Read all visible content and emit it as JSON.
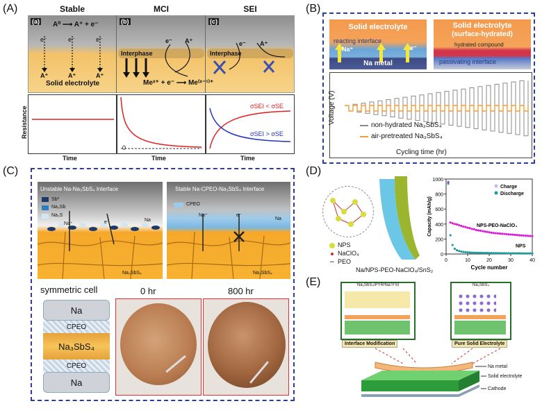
{
  "panel_labels": {
    "a": "(A)",
    "b": "(B)",
    "c": "(C)",
    "d": "(D)",
    "e": "(E)"
  },
  "panelA": {
    "columns": [
      {
        "title": "Stable",
        "tag": "(a)"
      },
      {
        "title": "MCI",
        "tag": "(b)"
      },
      {
        "title": "SEI",
        "tag": "(c)"
      }
    ],
    "stable_reaction": "A⁰ ⟶ A⁺ + e⁻",
    "solid_electrolyte": "Solid electrolyte",
    "interphase": "Interphase",
    "mci_reaction": "Meˣ⁺ + e⁻ ⟶ Me⁽ˣ⁻¹⁾⁺",
    "ion": "A⁺",
    "electron": "e⁻",
    "ylabel": "Resistance",
    "xlabel": "Time",
    "zero": "0",
    "sei_red": "σSEI < σSE",
    "sei_blue": "σSEI > σSE"
  },
  "panelB": {
    "left_title": "Solid electrolyte",
    "reacting_interface": "reacting interface",
    "na_ion": "Na⁺",
    "electron": "e⁻",
    "na_metal": "Na metal",
    "right_title": "Solid electrolyte",
    "right_subtitle": "(surface-hydrated)",
    "hydrated_compound": "hydrated compound",
    "passivating_interface": "passivating interface",
    "ylabel": "Voltage (V)",
    "xlabel": "Cycling time (hr)",
    "legend": [
      "non-hydrated Na₃SbS₄",
      "air-pretreated Na₃SbS₄"
    ],
    "colors": {
      "gray": "#8a8a8a",
      "orange": "#f39c34"
    }
  },
  "panelC": {
    "left_title": "Unstable Na-Na₃SbS₄ Interface",
    "right_title": "Stable Na-CPEO-Na₃SbS₄ Interface",
    "legend": [
      "Sb⁰",
      "Na₃Sb",
      "Na₂S"
    ],
    "cpeo_legend": "CPEO",
    "na": "Na",
    "na_ion": "Na⁺",
    "electron": "e⁻",
    "electrolyte": "Na₃SbS₄",
    "symmetric_cell": "symmetric cell",
    "stack": [
      "Na",
      "CPEO",
      "Na₃SbS₄",
      "CPEO",
      "Na"
    ],
    "photo_0": "0 hr",
    "photo_800": "800 hr"
  },
  "panelD": {
    "legend": [
      "NPS",
      "NaClO₄",
      "PEO"
    ],
    "caption": "Na/NPS-PEO-NaClO₄/SnS₂",
    "chart_data": {
      "type": "scatter",
      "xlabel": "Cycle number",
      "ylabel": "Capacity (mAh/g)",
      "xlim": [
        0,
        40
      ],
      "ylim": [
        0,
        1000
      ],
      "x_ticks": [
        "0",
        "10",
        "20",
        "30",
        "40"
      ],
      "y_ticks": [
        "0",
        "200",
        "400",
        "600",
        "800",
        "1000"
      ],
      "legend": [
        "Charge",
        "Discharge"
      ],
      "annotations": [
        "NPS-PEO-NaClO₄",
        "NPS"
      ],
      "series": [
        {
          "name": "NPS-PEO-NaClO₄",
          "x": [
            1,
            2,
            3,
            4,
            5,
            6,
            7,
            8,
            9,
            10,
            11,
            12,
            13,
            14,
            15,
            16,
            17,
            18,
            19,
            20,
            21,
            22,
            23,
            24,
            25,
            26,
            27,
            28,
            29,
            30,
            31,
            32,
            33,
            34,
            35,
            36,
            37,
            38,
            39,
            40
          ],
          "values": [
            960,
            420,
            410,
            400,
            395,
            385,
            375,
            365,
            360,
            350,
            345,
            335,
            330,
            320,
            315,
            310,
            305,
            300,
            295,
            290,
            285,
            280,
            278,
            275,
            272,
            270,
            268,
            265,
            262,
            260,
            258,
            255,
            252,
            250,
            248,
            246,
            244,
            242,
            240,
            238
          ]
        },
        {
          "name": "NPS",
          "x": [
            1,
            2,
            3,
            4,
            5,
            6,
            7,
            8,
            9,
            10,
            11,
            12,
            13,
            14,
            15,
            16,
            17,
            18,
            19,
            20,
            21,
            22,
            23,
            24,
            25,
            26,
            27,
            28,
            29,
            30,
            31,
            32,
            33,
            34,
            35,
            36,
            37,
            38,
            39,
            40
          ],
          "values": [
            940,
            250,
            120,
            70,
            50,
            40,
            32,
            28,
            25,
            22,
            20,
            19,
            18,
            17,
            16,
            15,
            15,
            14,
            14,
            13,
            13,
            12,
            12,
            12,
            11,
            11,
            11,
            10,
            10,
            10,
            10,
            9,
            9,
            9,
            9,
            8,
            8,
            8,
            8,
            8
          ]
        }
      ]
    }
  },
  "panelE": {
    "left_box_title": "Na₃SbS₄/PYR/NaTFSI",
    "right_box_title": "Na₃SbS₄",
    "left_caption": "Interface Modification",
    "right_caption": "Pure Solid Electrolyte",
    "layers": [
      "Na metal",
      "Solid electrolyte",
      "Cathode"
    ]
  }
}
